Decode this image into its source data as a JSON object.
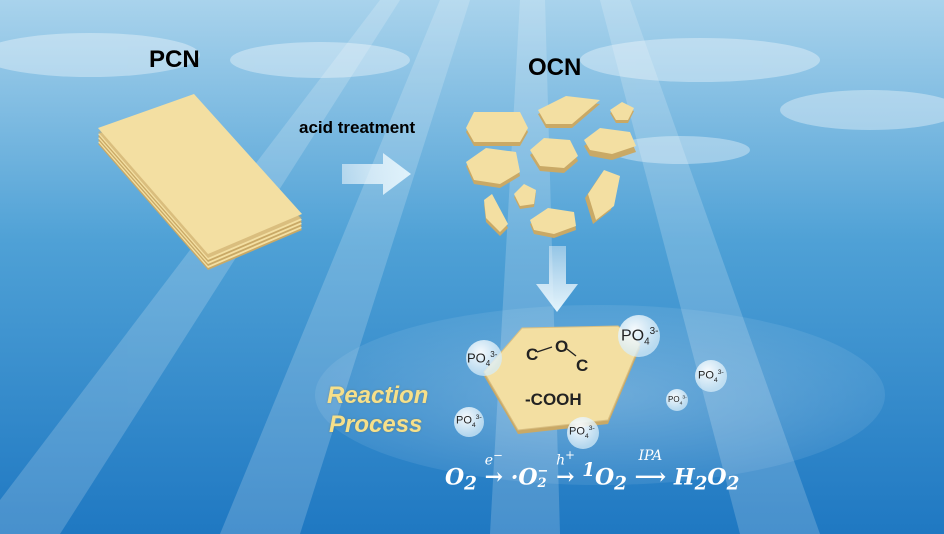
{
  "labels": {
    "pcn": "PCN",
    "ocn": "OCN",
    "acid_treatment": "acid treatment",
    "reaction_line1": "Reaction",
    "reaction_line2": "Process",
    "c_o_c_c1": "C",
    "c_o_c_o": "O",
    "c_o_c_c2": "C",
    "cooh": "-COOH"
  },
  "phosphate": {
    "base": "PO",
    "sub": "4",
    "sup": "3-"
  },
  "equation": {
    "o2": "O",
    "two": "2",
    "arrow": "→",
    "long_arrow": "⟶",
    "superoxide_dot": "·O",
    "minus": "−",
    "singlet_prefix": "1",
    "h2o2_h": "H",
    "h2o2_o": "O",
    "above_1": "e",
    "above_1_sup": "−",
    "above_2": "h",
    "above_2_sup": "+",
    "above_3": "IPA"
  },
  "colors": {
    "sheet_fill": "#f3dfa2",
    "sheet_edge": "#c9a966",
    "arrow_fill": "#dff2fb",
    "reaction_text": "#f6e08a"
  }
}
